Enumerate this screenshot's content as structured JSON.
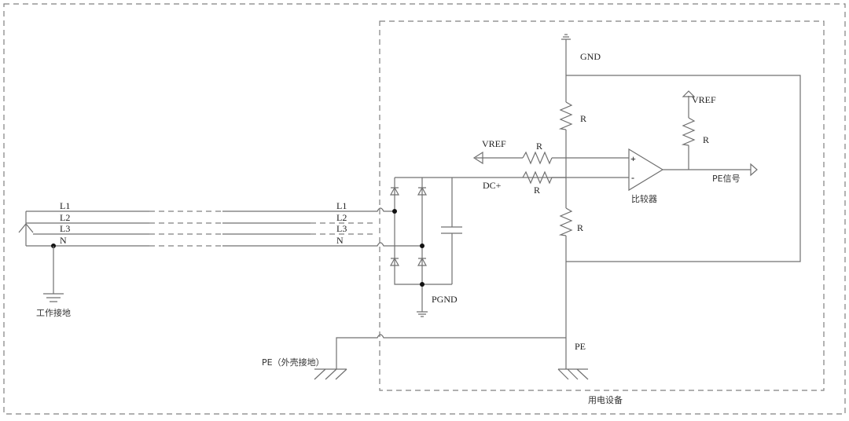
{
  "labels": {
    "gnd": "GND",
    "vref_left": "VREF",
    "vref_right": "VREF",
    "dc_plus": "DC+",
    "r_top": "R",
    "r_vref": "R",
    "r_dc": "R",
    "r_bottom": "R",
    "r_pullup": "R",
    "plus": "+",
    "minus": "-",
    "comparator": "比较器",
    "pe_signal": "PE信号",
    "pgnd": "PGND",
    "pe_right": "PE",
    "pe_case": "PE（外壳接地）",
    "work_ground": "工作接地",
    "equipment": "用电设备",
    "left_lines": [
      "L1",
      "L2",
      "L3",
      "N"
    ],
    "right_lines": [
      "L1",
      "L2",
      "L3",
      "N"
    ]
  }
}
